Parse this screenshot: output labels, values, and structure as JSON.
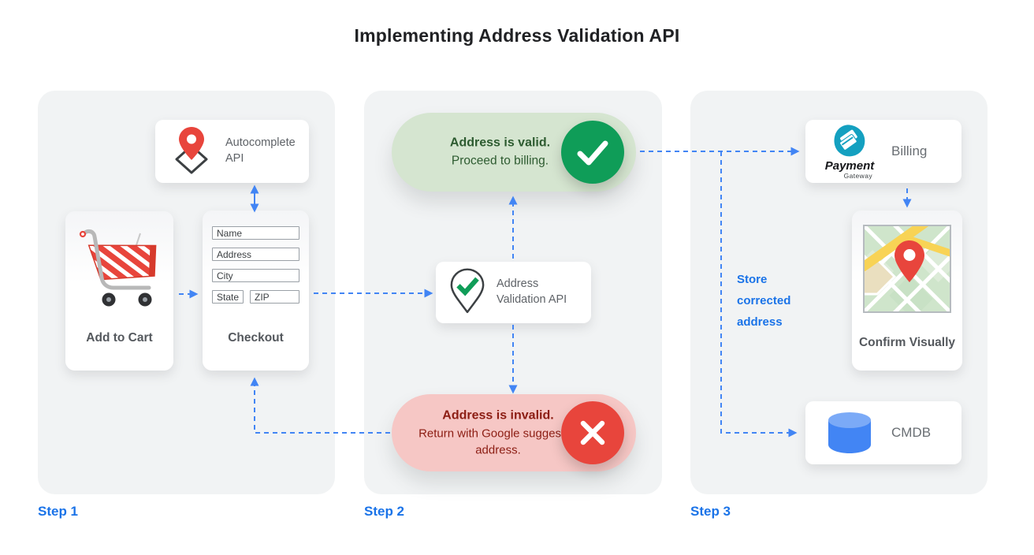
{
  "title": "Implementing Address Validation API",
  "colors": {
    "arrow_blue": "#4285f4",
    "accent_blue": "#1a73e8",
    "panel_bg": "#f1f3f4",
    "success_green": "#0f9d58",
    "error_red": "#e8453c",
    "valid_pill_bg": "#d5e5d0",
    "valid_text": "#2d5b30",
    "invalid_pill_bg": "#f6c7c5",
    "invalid_text": "#8c1d13",
    "label_gray": "#5f6368"
  },
  "step1": {
    "label": "Step 1",
    "autocomplete_card": {
      "label": "Autocomplete API"
    },
    "add_to_cart_card": {
      "label": "Add to Cart"
    },
    "checkout_card": {
      "label": "Checkout",
      "fields": {
        "name": "Name",
        "address": "Address",
        "city": "City",
        "state": "State",
        "zip": "ZIP"
      }
    }
  },
  "step2": {
    "label": "Step 2",
    "valid_pill": {
      "title": "Address is valid.",
      "subtitle": "Proceed to billing."
    },
    "validation_card": {
      "label": "Address Validation API"
    },
    "invalid_pill": {
      "title": "Address is invalid.",
      "subtitle": "Return with Google suggested address."
    }
  },
  "step3": {
    "label": "Step 3",
    "billing_card": {
      "label": "Billing",
      "logo_title": "Payment",
      "logo_subtitle": "Gateway"
    },
    "confirm_card": {
      "label": "Confirm Visually"
    },
    "store_note": "Store corrected address",
    "cmdb_card": {
      "label": "CMDB"
    }
  }
}
